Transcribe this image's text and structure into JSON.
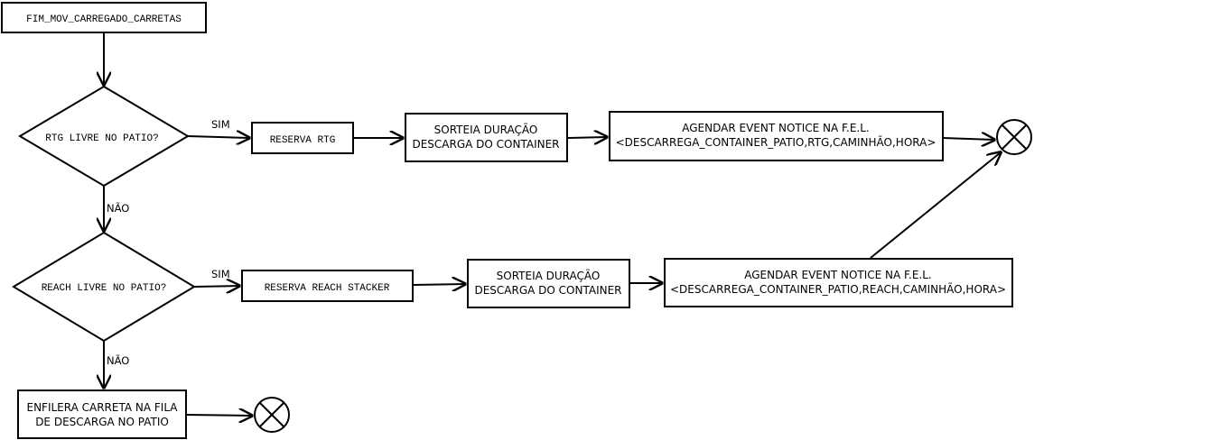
{
  "nodes": {
    "start": "FIM_MOV_CARREGADO_CARRETAS",
    "decision_rtg": "RTG LIVRE NO PATIO?",
    "reserve_rtg": "RESERVA RTG",
    "sort_rtg": [
      "SORTEIA DURAÇÃO",
      "DESCARGA DO CONTAINER"
    ],
    "schedule_rtg": [
      "AGENDAR EVENT NOTICE NA F.E.L.",
      "<DESCARREGA_CONTAINER_PATIO,RTG,CAMINHÃO,HORA>"
    ],
    "decision_reach": "REACH LIVRE NO PATIO?",
    "reserve_reach": "RESERVA REACH STACKER",
    "sort_reach": [
      "SORTEIA DURAÇÃO",
      "DESCARGA DO CONTAINER"
    ],
    "schedule_reach": [
      "AGENDAR EVENT NOTICE NA F.E.L.",
      "<DESCARREGA_CONTAINER_PATIO,REACH,CAMINHÃO,HORA>"
    ],
    "enqueue": [
      "ENFILERA CARRETA NA FILA",
      "DE DESCARGA NO PATIO"
    ]
  },
  "edge_labels": {
    "rtg_yes": "SIM",
    "rtg_no": "NÃO",
    "reach_yes": "SIM",
    "reach_no": "NÃO"
  }
}
